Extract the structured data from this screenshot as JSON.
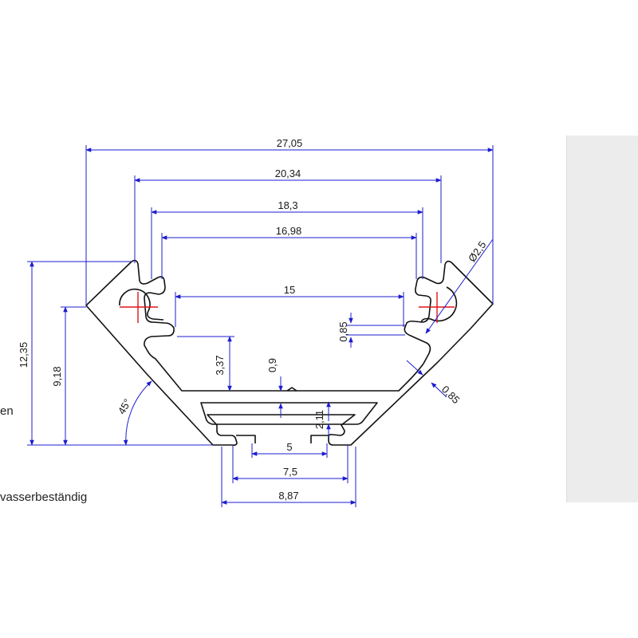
{
  "side_text": {
    "fragment_1": "en",
    "fragment_2": "vasserbeständig"
  },
  "dimensions": {
    "overall_width": "27,05",
    "width_2": "20,34",
    "width_3": "18,3",
    "width_4": "16,98",
    "inner_width": "15",
    "hole_diameter": "Ø2,5",
    "wall_thickness_small": "0,85",
    "wall_thickness_side": "0,85",
    "total_height": "12,35",
    "height_2": "9,18",
    "inner_depth": "3,37",
    "floor_thickness": "0,9",
    "groove_depth": "2,11",
    "slot_width": "5",
    "slot_width_2": "7,5",
    "bottom_width": "8,87",
    "angle": "45°"
  },
  "colors": {
    "dimension_lines": "#1c1cd0",
    "profile_outline": "#111111",
    "center_marks": "#e0141a",
    "side_panel": "#ececec"
  }
}
